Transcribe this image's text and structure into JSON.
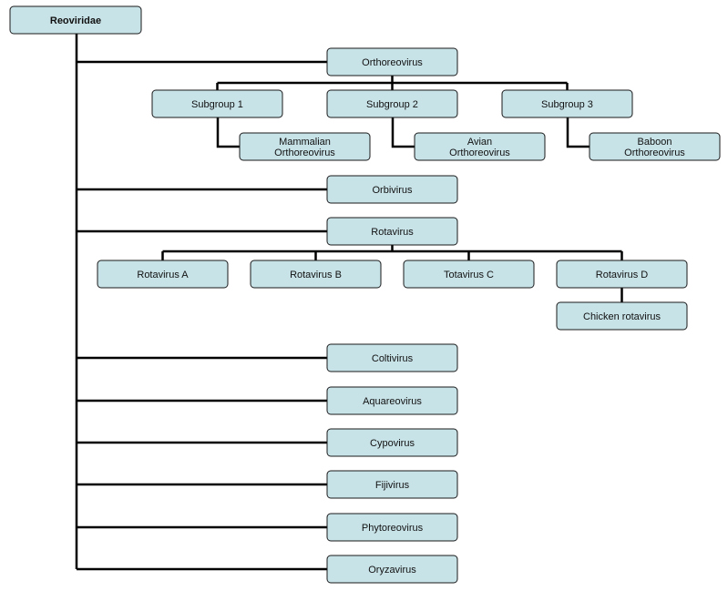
{
  "colors": {
    "node_fill": "#c8e3e8",
    "node_stroke": "#1a1a1a",
    "connector": "#000000",
    "background": "#ffffff"
  },
  "root": {
    "label": "Reoviridae"
  },
  "genera": [
    {
      "id": "orthoreovirus",
      "label": "Orthoreovirus",
      "subgroups": [
        {
          "id": "subgroup-1",
          "label": "Subgroup 1",
          "child": {
            "id": "mammalian-orthoreovirus",
            "label_lines": [
              "Mammalian",
              "Orthoreovirus"
            ]
          }
        },
        {
          "id": "subgroup-2",
          "label": "Subgroup 2",
          "child": {
            "id": "avian-orthoreovirus",
            "label_lines": [
              "Avian",
              "Orthoreovirus"
            ]
          }
        },
        {
          "id": "subgroup-3",
          "label": "Subgroup 3",
          "child": {
            "id": "baboon-orthoreovirus",
            "label_lines": [
              "Baboon",
              "Orthoreovirus"
            ]
          }
        }
      ]
    },
    {
      "id": "orbivirus",
      "label": "Orbivirus"
    },
    {
      "id": "rotavirus",
      "label": "Rotavirus",
      "species": [
        {
          "id": "rotavirus-a",
          "label": "Rotavirus A"
        },
        {
          "id": "rotavirus-b",
          "label": "Rotavirus B"
        },
        {
          "id": "totavirus-c",
          "label": "Totavirus C"
        },
        {
          "id": "rotavirus-d",
          "label": "Rotavirus D",
          "child": {
            "id": "chicken-rotavirus",
            "label": "Chicken rotavirus"
          }
        }
      ]
    },
    {
      "id": "coltivirus",
      "label": "Coltivirus"
    },
    {
      "id": "aquareovirus",
      "label": "Aquareovirus"
    },
    {
      "id": "cypovirus",
      "label": "Cypovirus"
    },
    {
      "id": "fijivirus",
      "label": "Fijivirus"
    },
    {
      "id": "phytoreovirus",
      "label": "Phytoreovirus"
    },
    {
      "id": "oryzavirus",
      "label": "Oryzavirus"
    }
  ]
}
